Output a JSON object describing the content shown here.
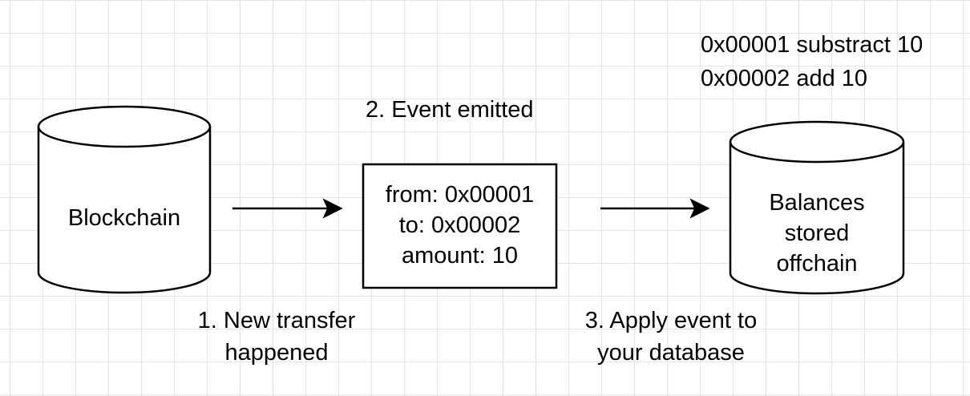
{
  "nodes": {
    "blockchain": {
      "label": "Blockchain"
    },
    "event_box": {
      "lines": [
        "from: 0x00001",
        "to: 0x00002",
        "amount: 10"
      ]
    },
    "offchain_db": {
      "lines": [
        "Balances",
        "stored",
        "offchain"
      ]
    }
  },
  "labels": {
    "event_emitted": "2. Event emitted",
    "step1": [
      "1. New transfer",
      "happened"
    ],
    "step3": [
      "3. Apply event to",
      "your database"
    ],
    "balance_changes": [
      "0x00001 substract 10",
      "0x00002 add 10"
    ]
  },
  "colors": {
    "stroke": "#000000",
    "fill": "#ffffff",
    "grid": "#e4e4e4"
  }
}
